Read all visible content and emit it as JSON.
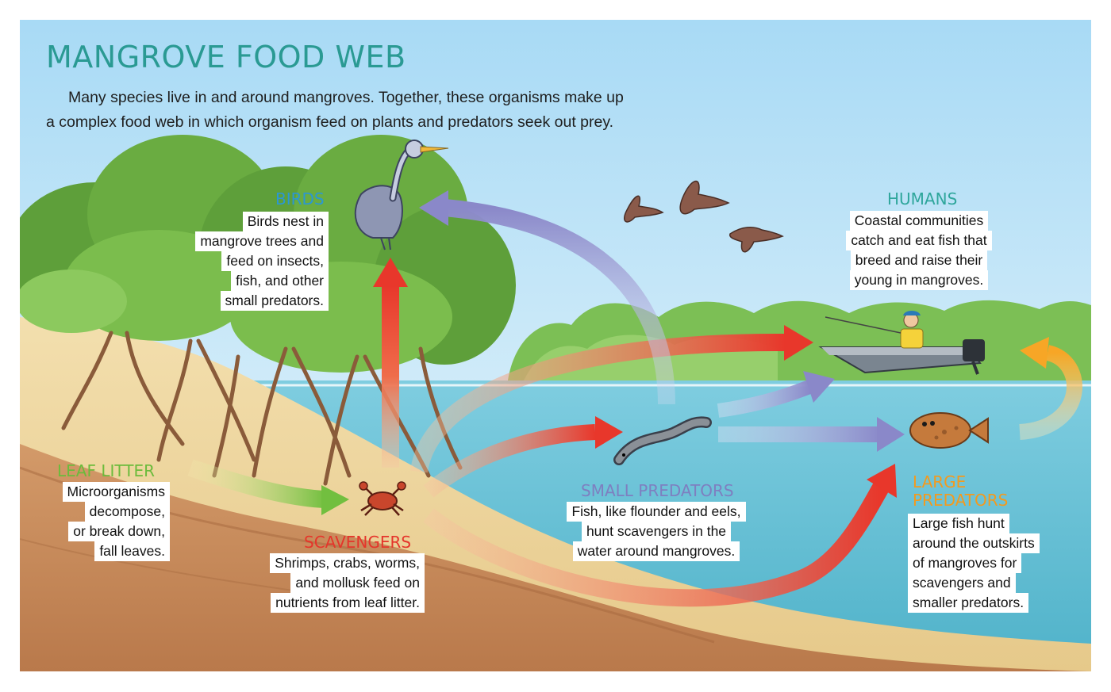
{
  "title": "MANGROVE FOOD WEB",
  "intro": {
    "line1": "Many species live in and around mangroves. Together, these organisms make up",
    "line2": "a complex food web in which organism feed on plants and predators seek out prey."
  },
  "colors": {
    "title": "#2a9a93",
    "birds": "#2b97d2",
    "humans": "#2fa69c",
    "leaf_litter": "#6cbb3c",
    "scavengers": "#e5352b",
    "small_predators": "#7e7fc0",
    "large_predators": "#f39a1e",
    "arrow_red": "#e8372b",
    "arrow_purple": "#8a88c9",
    "arrow_orange": "#f7a626"
  },
  "birds": {
    "label": "BIRDS",
    "lines": [
      "Birds nest in",
      "mangrove trees and",
      "feed on insects,",
      "fish, and other",
      "small predators."
    ]
  },
  "humans": {
    "label": "HUMANS",
    "lines": [
      "Coastal communities",
      "catch and eat fish that",
      "breed and raise their",
      "young in mangroves."
    ]
  },
  "leaf_litter": {
    "label": "LEAF LITTER",
    "lines": [
      "Microorganisms",
      "decompose,",
      "or break down,",
      "fall leaves."
    ]
  },
  "scavengers": {
    "label": "SCAVENGERS",
    "lines": [
      "Shrimps, crabs, worms,",
      "and mollusk feed on",
      "nutrients from leaf litter."
    ]
  },
  "small_predators": {
    "label": "SMALL PREDATORS",
    "lines": [
      "Fish, like flounder and eels,",
      "hunt scavengers in the",
      "water around mangroves."
    ]
  },
  "large_predators": {
    "label1": "LARGE",
    "label2": "PREDATORS",
    "lines": [
      "Large fish hunt",
      "around the outskirts",
      "of mangroves for",
      "scavengers and",
      "smaller predators."
    ]
  },
  "icons": [
    "heron-icon",
    "flying-bird-icon",
    "fisherman-boat-icon",
    "eel-icon",
    "flounder-icon",
    "crab-icon",
    "mangrove-tree-icon"
  ]
}
